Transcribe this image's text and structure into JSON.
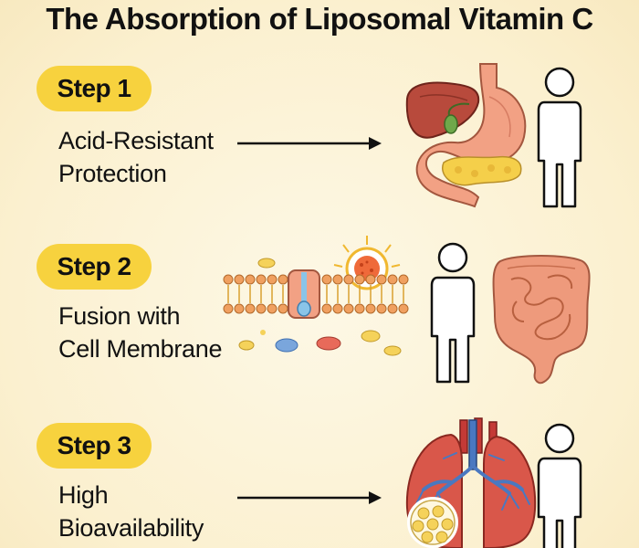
{
  "title": "The Absorption of Liposomal Vitamin C",
  "steps": [
    {
      "badge": "Step 1",
      "line1": "Acid-Resistant",
      "line2": "Protection",
      "icons": [
        "liver-icon",
        "stomach-icon",
        "human-figure-icon"
      ]
    },
    {
      "badge": "Step 2",
      "line1": "Fusion with",
      "line2": "Cell Membrane",
      "icons": [
        "cell-membrane-icon",
        "liposome-icon",
        "human-figure-icon",
        "intestine-icon"
      ]
    },
    {
      "badge": "Step 3",
      "line1": "High",
      "line2": "Bioavailability",
      "icons": [
        "lungs-icon",
        "blood-cells-icon",
        "human-figure-icon"
      ]
    }
  ],
  "colors": {
    "badge": "#f7d23e",
    "background": "#fbf0cf",
    "organ_pink": "#f2a184",
    "liver": "#b84a3c",
    "lung": "#d9574a",
    "membrane_orange": "#f0a060",
    "vein_blue": "#4a78c0"
  }
}
